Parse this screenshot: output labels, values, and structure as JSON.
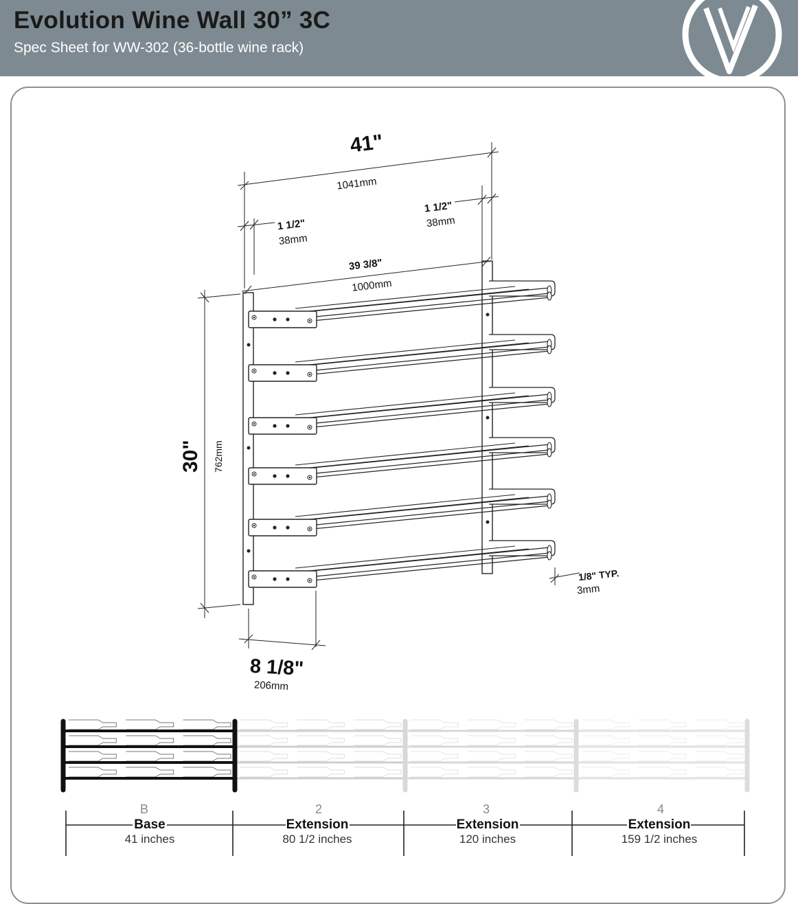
{
  "header": {
    "title": "Evolution Wine Wall 30” 3C",
    "subtitle": "Spec Sheet for WW-302 (36-bottle wine rack)",
    "background_color": "#7d8a91",
    "logo_icon": "v-logo-icon"
  },
  "drawing": {
    "overall_width_in": "41\"",
    "overall_width_mm": "1041mm",
    "left_offset_in": "1 1/2\"",
    "left_offset_mm": "38mm",
    "right_offset_in": "1 1/2\"",
    "right_offset_mm": "38mm",
    "inner_width_in": "39 3/8\"",
    "inner_width_mm": "1000mm",
    "height_in": "30\"",
    "height_mm": "762mm",
    "depth_in": "8 1/8\"",
    "depth_mm": "206mm",
    "thickness_in": "1/8\" TYP.",
    "thickness_mm": "3mm"
  },
  "extensions": [
    {
      "code": "B",
      "name": "Base",
      "length": "41 inches"
    },
    {
      "code": "2",
      "name": "Extension",
      "length": "80 1/2 inches"
    },
    {
      "code": "3",
      "name": "Extension",
      "length": "120 inches"
    },
    {
      "code": "4",
      "name": "Extension",
      "length": "159 1/2 inches"
    }
  ]
}
